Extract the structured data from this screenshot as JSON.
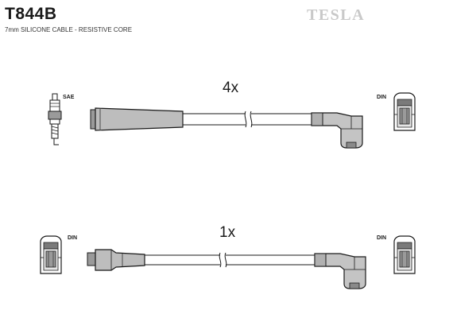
{
  "header": {
    "part_number": "T844B",
    "description": "7mm SILICONE CABLE - RESISTIVE CORE",
    "brand": "TESLA"
  },
  "cables": [
    {
      "quantity_label": "4x",
      "left_end_label": "SAE",
      "right_end_label": "DIN"
    },
    {
      "quantity_label": "1x",
      "left_end_label": "DIN",
      "right_end_label": "DIN"
    }
  ],
  "colors": {
    "line": "#1a1a1a",
    "fill": "#bdbdbd",
    "fill_dark": "#8a8a8a",
    "brand": "#c9c9c9"
  }
}
